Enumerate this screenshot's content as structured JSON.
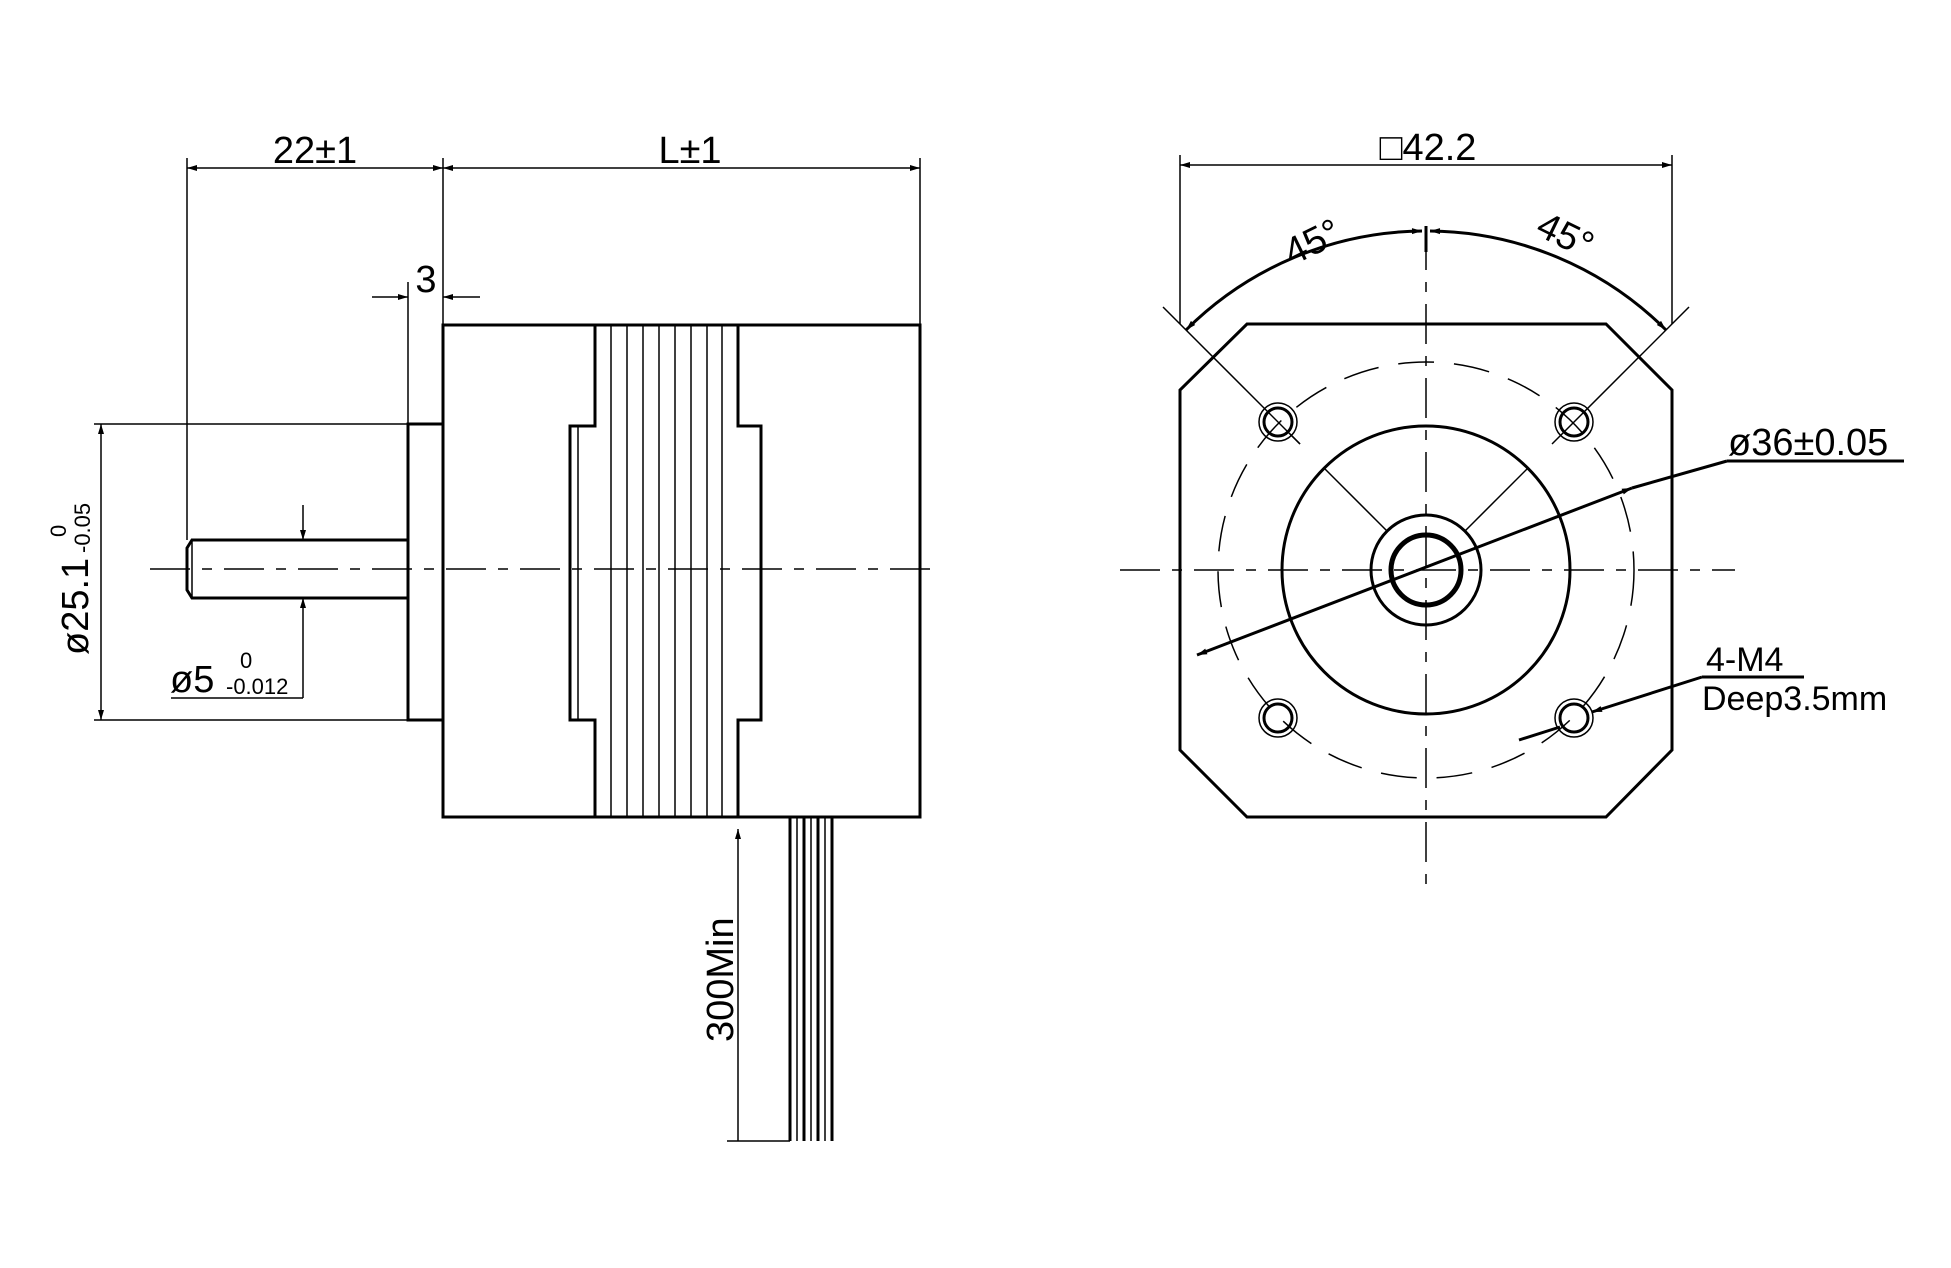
{
  "side_view": {
    "shaft_length": "22±1",
    "body_length": "L±1",
    "flange_thickness": "3",
    "pilot_diameter": "ø25.1",
    "pilot_tol_upper": "0",
    "pilot_tol_lower": "-0.05",
    "shaft_diameter": "ø5",
    "shaft_tol_upper": "0",
    "shaft_tol_lower": "-0.012",
    "lead_length": "300Min"
  },
  "front_view": {
    "square_size": "□42.2",
    "angle_left": "45°",
    "angle_right": "45°",
    "bolt_circle": "ø36±0.05",
    "holes": "4-M4",
    "hole_depth": "Deep3.5mm"
  }
}
